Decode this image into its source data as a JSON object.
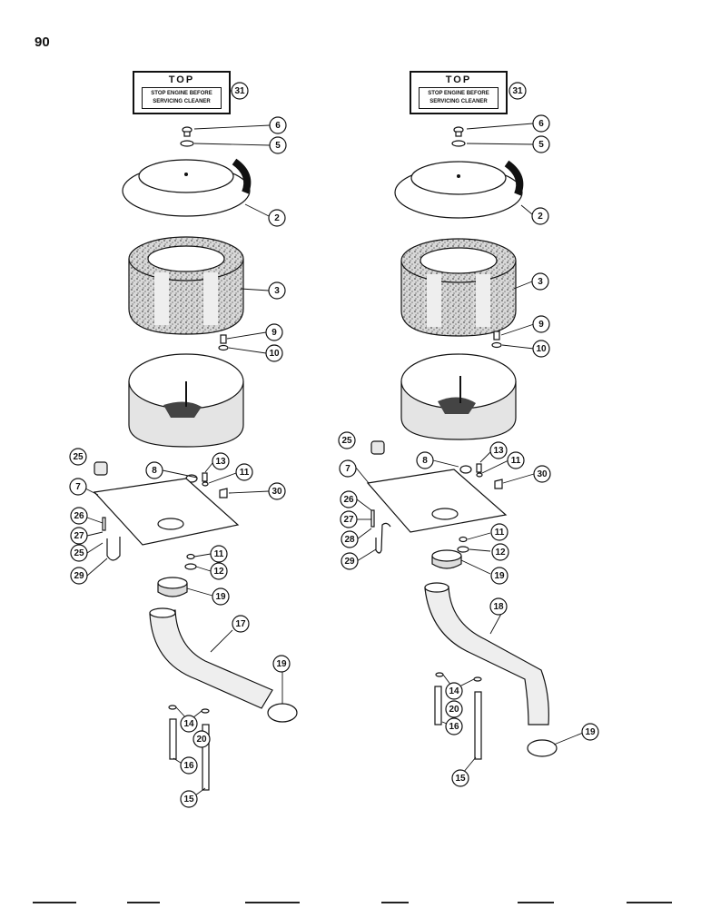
{
  "page": {
    "number": "90"
  },
  "decal": {
    "heading": "TOP",
    "line1": "STOP ENGINE BEFORE",
    "line2": "SERVICING CLEANER"
  },
  "assemblies": [
    {
      "id": "left",
      "callouts": [
        "31",
        "6",
        "5",
        "2",
        "3",
        "9",
        "10",
        "25",
        "13",
        "8",
        "11",
        "7",
        "30",
        "26",
        "27",
        "25",
        "29",
        "11",
        "12",
        "19",
        "17",
        "19",
        "14",
        "20",
        "16",
        "15"
      ]
    },
    {
      "id": "right",
      "callouts": [
        "31",
        "6",
        "5",
        "2",
        "3",
        "9",
        "10",
        "25",
        "8",
        "13",
        "11",
        "7",
        "30",
        "26",
        "27",
        "28",
        "29",
        "11",
        "12",
        "19",
        "18",
        "14",
        "20",
        "16",
        "15",
        "19"
      ]
    }
  ]
}
